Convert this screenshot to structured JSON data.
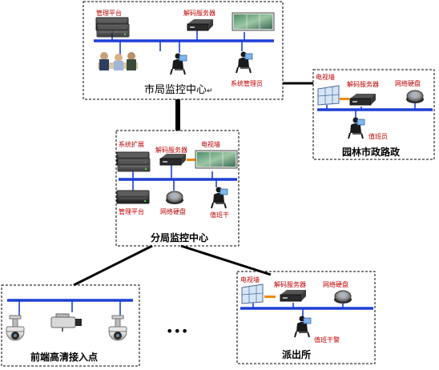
{
  "center": {
    "title": "市局监控中心",
    "mgmt_platform": "管理平台",
    "decoder": "解码服务器",
    "operator": "系统管理员"
  },
  "garden": {
    "title": "园林市政路政",
    "tv_wall": "电视墙",
    "decoder": "解码服务器",
    "nvr": "网络硬盘",
    "duty": "值班员"
  },
  "branch": {
    "title": "分局监控中心",
    "storage": "系统扩展",
    "decoder": "解码服务器",
    "tv_wall": "电视墙",
    "mgmt_platform": "管理平台",
    "nvr": "网络硬盘",
    "duty": "值班干"
  },
  "front": {
    "title": "前端高清接入点"
  },
  "station": {
    "title": "派出所",
    "tv_wall": "电视墙",
    "decoder": "解码服务器",
    "nvr": "网络硬盘",
    "duty": "值班干警"
  },
  "ellipsis": "•••"
}
